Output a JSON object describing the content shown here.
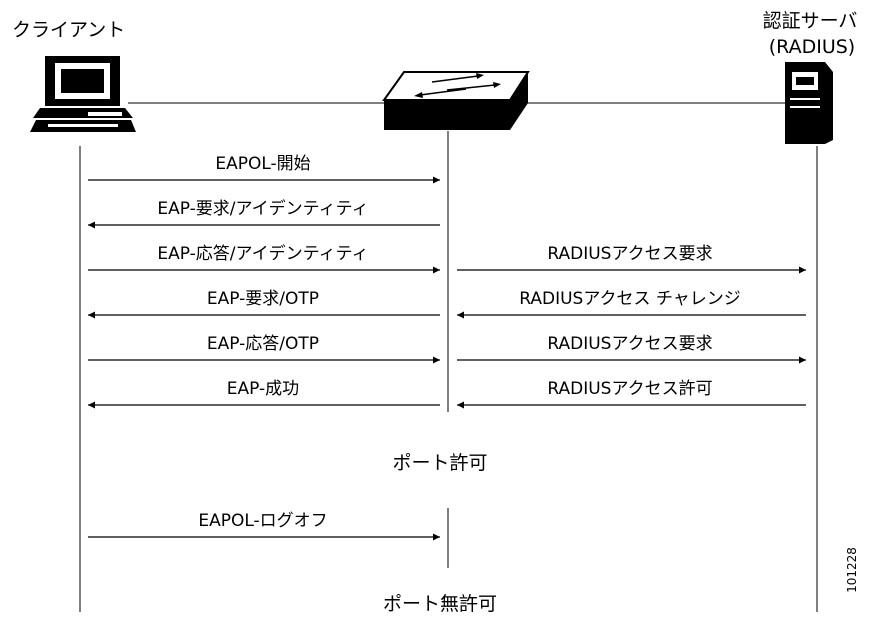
{
  "actors": {
    "client": "クライアント",
    "server_line1": "認証サーバ",
    "server_line2": "(RADIUS)"
  },
  "left_messages": [
    {
      "label": "EAPOL-開始",
      "direction": "right"
    },
    {
      "label": "EAP-要求/アイデンティティ",
      "direction": "left"
    },
    {
      "label": "EAP-応答/アイデンティティ",
      "direction": "right"
    },
    {
      "label": "EAP-要求/OTP",
      "direction": "left"
    },
    {
      "label": "EAP-応答/OTP",
      "direction": "right"
    },
    {
      "label": "EAP-成功",
      "direction": "left"
    }
  ],
  "right_messages": [
    {
      "label": "RADIUSアクセス要求",
      "direction": "right"
    },
    {
      "label": "RADIUSアクセス チャレンジ",
      "direction": "left"
    },
    {
      "label": "RADIUSアクセス要求",
      "direction": "right"
    },
    {
      "label": "RADIUSアクセス許可",
      "direction": "left"
    }
  ],
  "port_authorized": "ポート許可",
  "logoff_message": {
    "label": "EAPOL-ログオフ",
    "direction": "right"
  },
  "port_unauthorized": "ポート無許可",
  "figure_id": "101228"
}
